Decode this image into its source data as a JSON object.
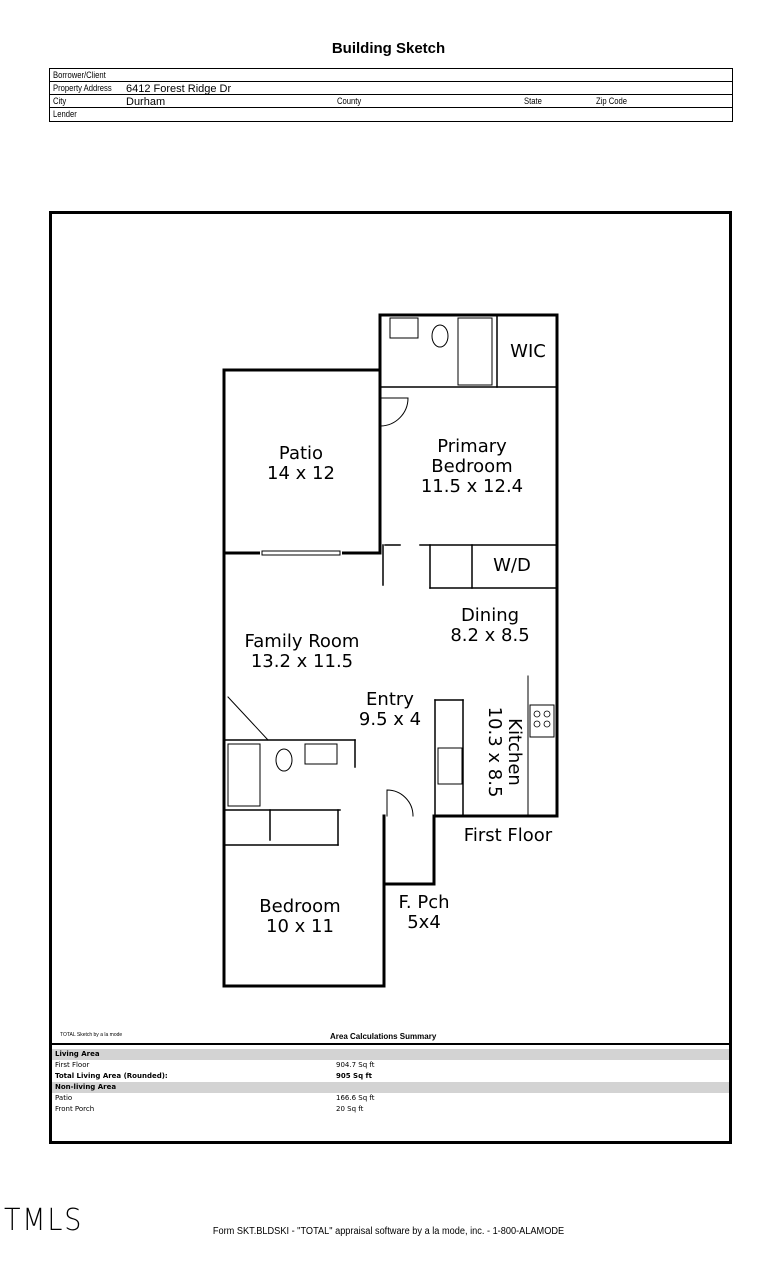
{
  "title": "Building Sketch",
  "header": {
    "borrower_label": "Borrower/Client",
    "borrower_value": "",
    "address_label": "Property Address",
    "address_value": "6412 Forest Ridge Dr",
    "city_label": "City",
    "city_value": "Durham",
    "county_label": "County",
    "state_label": "State",
    "zip_label": "Zip Code",
    "lender_label": "Lender"
  },
  "rooms": {
    "patio": {
      "name": "Patio",
      "dims": "14 x 12"
    },
    "wic": {
      "name": "WIC"
    },
    "primary": {
      "name1": "Primary",
      "name2": "Bedroom",
      "dims": "11.5 x 12.4"
    },
    "wd": {
      "name": "W/D"
    },
    "dining": {
      "name": "Dining",
      "dims": "8.2 x 8.5"
    },
    "family": {
      "name": "Family Room",
      "dims": "13.2 x 11.5"
    },
    "entry": {
      "name": "Entry",
      "dims": "9.5 x 4"
    },
    "kitchen": {
      "name": "Kitchen",
      "dims": "10.3 x 8.5"
    },
    "floor": {
      "name": "First Floor"
    },
    "porch": {
      "name": "F. Pch",
      "dims": "5x4"
    },
    "bedroom": {
      "name": "Bedroom",
      "dims": "10 x 11"
    }
  },
  "summary": {
    "credit": "TOTAL Sketch by a la mode",
    "title": "Area Calculations Summary",
    "living_heading": "Living Area",
    "first_floor_label": "First Floor",
    "first_floor_value": "904.7 Sq ft",
    "total_label": "Total Living Area (Rounded):",
    "total_value": "905 Sq ft",
    "nonliving_heading": "Non-living Area",
    "patio_label": "Patio",
    "patio_value": "166.6 Sq ft",
    "porch_label": "Front Porch",
    "porch_value": "20 Sq ft"
  },
  "logo": "TMLS",
  "footer": "Form SKT.BLDSKI - \"TOTAL\" appraisal software by a la mode, inc. - 1-800-ALAMODE"
}
